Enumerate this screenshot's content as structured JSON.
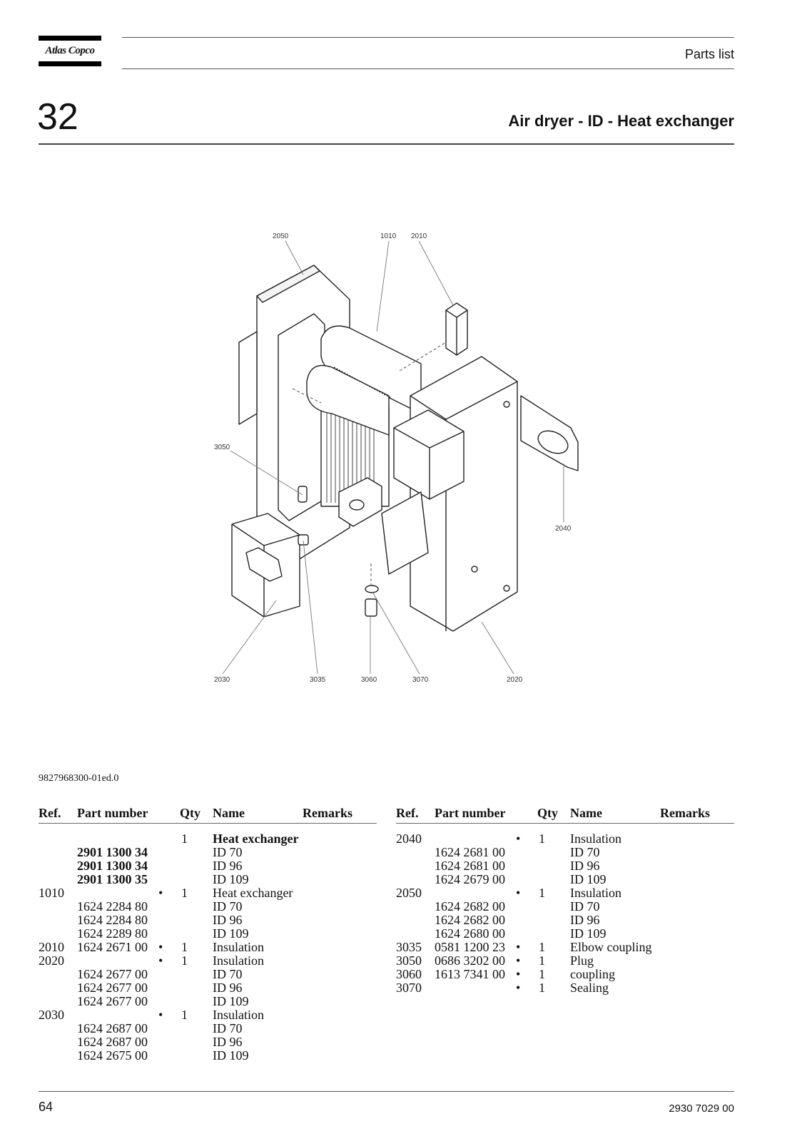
{
  "header": {
    "logo_text": "Atlas Copco",
    "label": "Parts list"
  },
  "section": {
    "number": "32",
    "title": "Air dryer - ID - Heat exchanger"
  },
  "drawing": {
    "callouts": [
      "2050",
      "1010",
      "2010",
      "3050",
      "2040",
      "2030",
      "3035",
      "3060",
      "3070",
      "2020"
    ]
  },
  "document_id": "9827968300-01ed.0",
  "table_headers": {
    "ref": "Ref.",
    "part_number": "Part number",
    "qty": "Qty",
    "name": "Name",
    "remarks": "Remarks"
  },
  "parts_left": [
    {
      "ref": "",
      "part": "",
      "dot": "",
      "qty": "1",
      "name": "Heat exchanger",
      "bold_name": true
    },
    {
      "ref": "",
      "part": "2901 1300 34",
      "dot": "",
      "qty": "",
      "name": "ID 70",
      "bold_part": true
    },
    {
      "ref": "",
      "part": "2901 1300 34",
      "dot": "",
      "qty": "",
      "name": "ID 96",
      "bold_part": true
    },
    {
      "ref": "",
      "part": "2901 1300 35",
      "dot": "",
      "qty": "",
      "name": "ID 109",
      "bold_part": true
    },
    {
      "ref": "1010",
      "part": "",
      "dot": "•",
      "qty": "1",
      "name": "Heat exchanger"
    },
    {
      "ref": "",
      "part": "1624 2284 80",
      "dot": "",
      "qty": "",
      "name": "ID 70"
    },
    {
      "ref": "",
      "part": "1624 2284 80",
      "dot": "",
      "qty": "",
      "name": "ID 96"
    },
    {
      "ref": "",
      "part": "1624 2289 80",
      "dot": "",
      "qty": "",
      "name": "ID 109"
    },
    {
      "ref": "2010",
      "part": "1624 2671 00",
      "dot": "•",
      "qty": "1",
      "name": "Insulation"
    },
    {
      "ref": "2020",
      "part": "",
      "dot": "•",
      "qty": "1",
      "name": "Insulation"
    },
    {
      "ref": "",
      "part": "1624 2677 00",
      "dot": "",
      "qty": "",
      "name": "ID 70"
    },
    {
      "ref": "",
      "part": "1624 2677 00",
      "dot": "",
      "qty": "",
      "name": "ID 96"
    },
    {
      "ref": "",
      "part": "1624 2677 00",
      "dot": "",
      "qty": "",
      "name": "ID 109"
    },
    {
      "ref": "2030",
      "part": "",
      "dot": "•",
      "qty": "1",
      "name": "Insulation"
    },
    {
      "ref": "",
      "part": "1624 2687 00",
      "dot": "",
      "qty": "",
      "name": "ID 70"
    },
    {
      "ref": "",
      "part": "1624 2687 00",
      "dot": "",
      "qty": "",
      "name": "ID 96"
    },
    {
      "ref": "",
      "part": "1624 2675 00",
      "dot": "",
      "qty": "",
      "name": "ID 109"
    }
  ],
  "parts_right": [
    {
      "ref": "2040",
      "part": "",
      "dot": "•",
      "qty": "1",
      "name": "Insulation"
    },
    {
      "ref": "",
      "part": "1624 2681 00",
      "dot": "",
      "qty": "",
      "name": "ID 70"
    },
    {
      "ref": "",
      "part": "1624 2681 00",
      "dot": "",
      "qty": "",
      "name": "ID 96"
    },
    {
      "ref": "",
      "part": "1624 2679 00",
      "dot": "",
      "qty": "",
      "name": "ID 109"
    },
    {
      "ref": "2050",
      "part": "",
      "dot": "•",
      "qty": "1",
      "name": "Insulation"
    },
    {
      "ref": "",
      "part": "1624 2682 00",
      "dot": "",
      "qty": "",
      "name": "ID 70"
    },
    {
      "ref": "",
      "part": "1624 2682 00",
      "dot": "",
      "qty": "",
      "name": "ID 96"
    },
    {
      "ref": "",
      "part": "1624 2680 00",
      "dot": "",
      "qty": "",
      "name": "ID 109"
    },
    {
      "ref": "3035",
      "part": "0581 1200 23",
      "dot": "•",
      "qty": "1",
      "name": "Elbow coupling"
    },
    {
      "ref": "3050",
      "part": "0686 3202 00",
      "dot": "•",
      "qty": "1",
      "name": "Plug"
    },
    {
      "ref": "3060",
      "part": "1613 7341 00",
      "dot": "•",
      "qty": "1",
      "name": "coupling"
    },
    {
      "ref": "3070",
      "part": "",
      "dot": "•",
      "qty": "1",
      "name": "Sealing"
    }
  ],
  "footer": {
    "page_number": "64",
    "document_number": "2930 7029 00"
  }
}
